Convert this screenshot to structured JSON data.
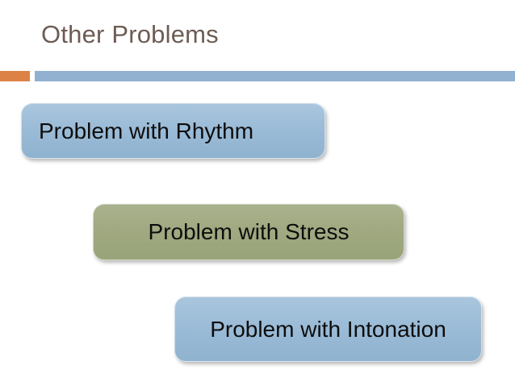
{
  "slide": {
    "title": "Other Problems",
    "background_color": "#ffffff",
    "title_color": "#6d5c53",
    "accent_square_color": "#dd8247",
    "rule_bar_color": "#92b1d1"
  },
  "boxes": [
    {
      "id": "rhythm",
      "label": "Problem with Rhythm",
      "fill_color": "#9dbdd8",
      "text_color": "#0d0d0d",
      "align": "left"
    },
    {
      "id": "stress",
      "label": "Problem with Stress",
      "fill_color": "#a1aa82",
      "text_color": "#0d0d0d",
      "align": "center"
    },
    {
      "id": "intonation",
      "label": "Problem with Intonation",
      "fill_color": "#9dbdd8",
      "text_color": "#0d0d0d",
      "align": "center"
    }
  ]
}
